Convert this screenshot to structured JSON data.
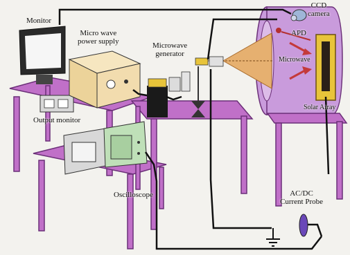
{
  "labels": {
    "monitor": "Monitor",
    "microwave_power_supply": "Micro wave\npower supply",
    "microwave_generator": "Microwave\ngenerator",
    "apd": "APD",
    "ccd_camera": "CCD\ncamera",
    "microwave": "Microwave",
    "output_monitor": "Output monitor",
    "solar_array": "Solar Array",
    "oscilloscope": "Oscilloscope",
    "current_probe": "AC/DC\nCurrent Probe"
  },
  "colors": {
    "table": "#c070c8",
    "table_edge": "#6b2f78",
    "chamber": "#c99bdc",
    "beam": "#e6b070",
    "wire": "#111111",
    "oscilloscope": "#bfe0b8"
  }
}
